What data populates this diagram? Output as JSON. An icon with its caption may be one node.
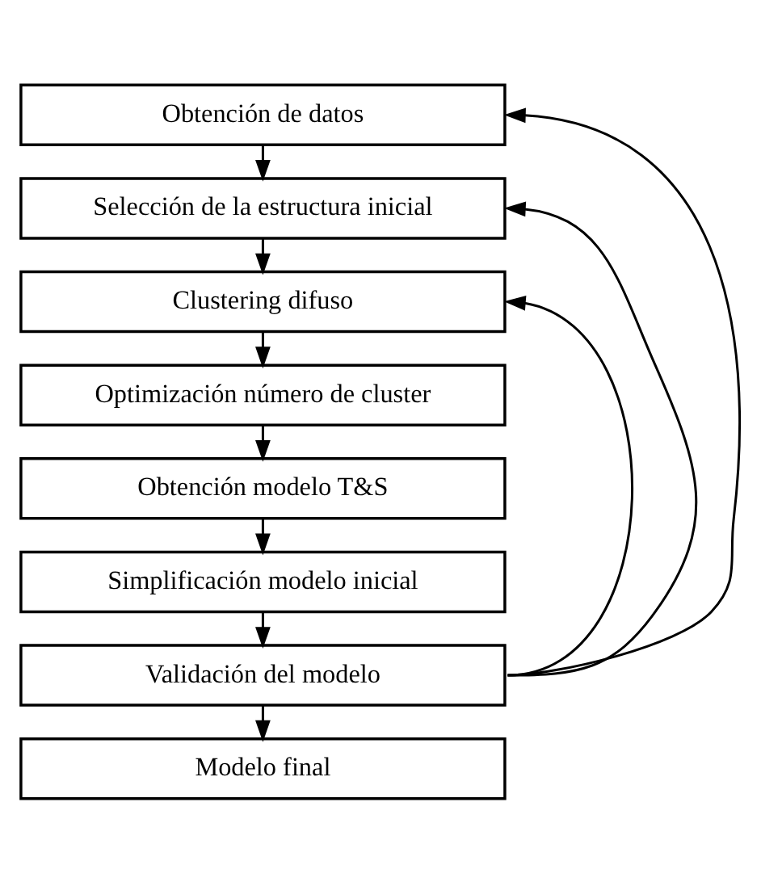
{
  "diagram": {
    "nodes": [
      {
        "text": [
          "Obtención de datos"
        ]
      },
      {
        "text": [
          "Selección de la estructura inicial"
        ]
      },
      {
        "text": [
          "Clustering difuso"
        ]
      },
      {
        "text": [
          "Optimización número de cluster"
        ]
      },
      {
        "text": [
          "Obtención modelo T&S"
        ]
      },
      {
        "text": [
          "Simplificación modelo inicial"
        ]
      },
      {
        "text": [
          "Validación del modelo"
        ]
      },
      {
        "text": [
          "Modelo final"
        ]
      }
    ],
    "edges": [
      {
        "from": 0,
        "to": 1,
        "arrow": "to"
      },
      {
        "from": 1,
        "to": 2,
        "arrow": "to"
      },
      {
        "from": 2,
        "to": 3,
        "arrow": "to"
      },
      {
        "from": 3,
        "to": 4,
        "arrow": "to"
      },
      {
        "from": 4,
        "to": 5,
        "arrow": "to"
      },
      {
        "from": 5,
        "to": 6,
        "arrow": "to"
      },
      {
        "from": 6,
        "to": 7,
        "arrow": "to"
      },
      {
        "from": 6,
        "to": 0,
        "arrow": "to"
      },
      {
        "from": 6,
        "to": 1,
        "arrow": "to"
      },
      {
        "from": 6,
        "to": 2,
        "arrow": "to"
      }
    ]
  }
}
